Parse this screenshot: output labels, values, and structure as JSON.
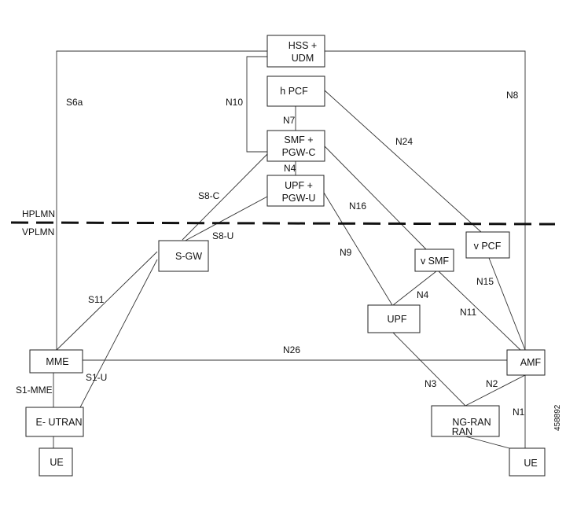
{
  "nodes": {
    "hss": [
      "HSS +",
      "UDM"
    ],
    "hpcf": [
      "h PCF"
    ],
    "smf": [
      "SMF +",
      "PGW-C"
    ],
    "upfpgw": [
      "UPF +",
      "PGW-U"
    ],
    "sgw": [
      "S-GW"
    ],
    "vsmf": [
      "v SMF"
    ],
    "vpcf": [
      "v PCF"
    ],
    "upf": [
      "UPF"
    ],
    "mme": [
      "MME"
    ],
    "amf": [
      "AMF"
    ],
    "eutran": [
      "E- UTRAN"
    ],
    "ngran": [
      "NG-RAN",
      "RAN"
    ],
    "ue_left": [
      "UE"
    ],
    "ue_right": [
      "UE"
    ]
  },
  "interfaces": {
    "s6a": "S6a",
    "n8": "N8",
    "n10": "N10",
    "n7": "N7",
    "n24": "N24",
    "n4_top": "N4",
    "s8c": "S8-C",
    "n16": "N16",
    "s8u": "S8-U",
    "n9": "N9",
    "s11": "S11",
    "n4_bottom": "N4",
    "n15": "N15",
    "n11": "N11",
    "n26": "N26",
    "s1u": "S1-U",
    "s1mme": "S1-MME",
    "n3": "N3",
    "n2": "N2",
    "n1": "N1"
  },
  "regions": {
    "home": "HPLMN",
    "visited": "VPLMN"
  },
  "figure_id": "458892"
}
